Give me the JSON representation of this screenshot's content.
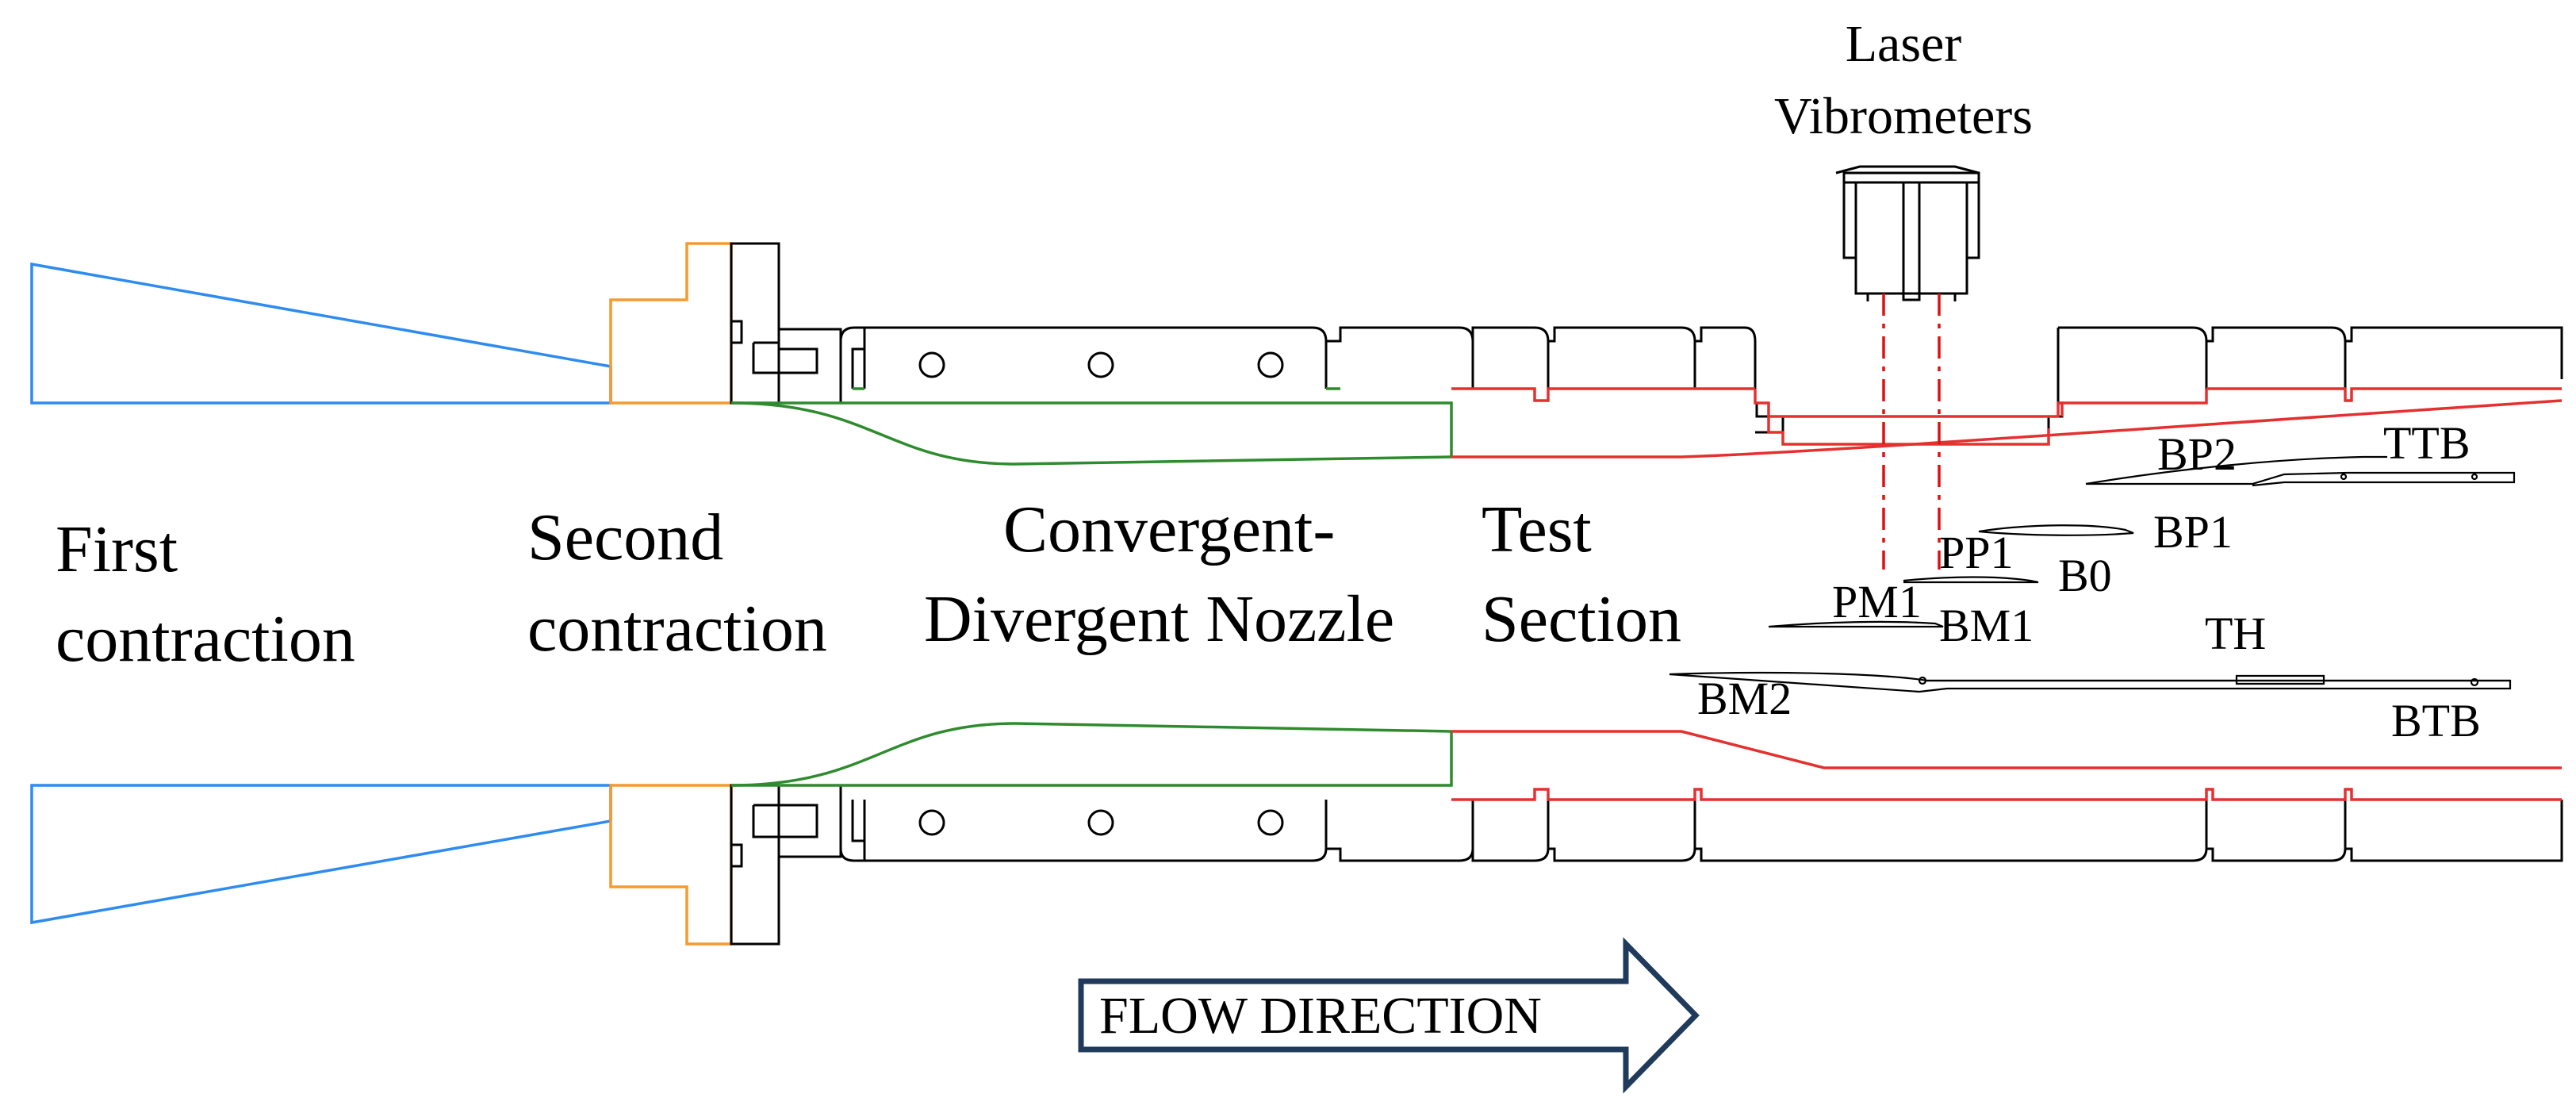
{
  "colors": {
    "first_contraction": "#2E8BF0",
    "second_contraction": "#F59A2E",
    "nozzle": "#2E8B2E",
    "test_section": "#E53030",
    "laser_beam": "#E01010",
    "outline": "#000000",
    "arrow_border": "#1F3A5A"
  },
  "labels": {
    "laser_line1": "Laser",
    "laser_line2": "Vibrometers",
    "first_line1": "First",
    "first_line2": "contraction",
    "second_line1": "Second",
    "second_line2": "contraction",
    "nozzle_line1": "Convergent-",
    "nozzle_line2": "Divergent Nozzle",
    "test_line1": "Test",
    "test_line2": "Section",
    "flow_direction": "FLOW DIRECTION"
  },
  "components": {
    "bp2": "BP2",
    "ttb": "TTB",
    "bp1": "BP1",
    "pp1": "PP1",
    "b0": "B0",
    "pm1": "PM1",
    "bm1": "BM1",
    "th": "TH",
    "bm2": "BM2",
    "btb": "BTB"
  }
}
